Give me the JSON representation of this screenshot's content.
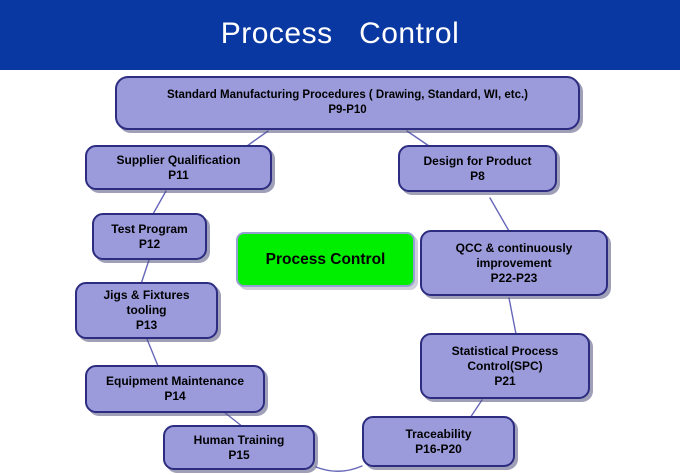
{
  "header": {
    "title": "Process   Control"
  },
  "center": {
    "label": "Process Control"
  },
  "boxes": [
    {
      "name": "standard-manufacturing-procedures",
      "lines": [
        "Standard Manufacturing  Procedures ( Drawing, Standard, WI, etc.)",
        "P9-P10"
      ]
    },
    {
      "name": "supplier-qualification",
      "lines": [
        "Supplier Qualification",
        "P11"
      ]
    },
    {
      "name": "design-for-product",
      "lines": [
        "Design for Product",
        "P8"
      ]
    },
    {
      "name": "test-program",
      "lines": [
        "Test Program",
        "P12"
      ]
    },
    {
      "name": "qcc-continuous-improvement",
      "lines": [
        "QCC & continuously",
        "improvement",
        "P22-P23"
      ]
    },
    {
      "name": "jigs-fixtures-tooling",
      "lines": [
        "Jigs & Fixtures",
        "tooling",
        "P13"
      ]
    },
    {
      "name": "statistical-process-control",
      "lines": [
        "Statistical Process",
        "Control(SPC)",
        "P21"
      ]
    },
    {
      "name": "equipment-maintenance",
      "lines": [
        "Equipment Maintenance",
        "P14"
      ]
    },
    {
      "name": "human-training",
      "lines": [
        "Human Training",
        "P15"
      ]
    },
    {
      "name": "traceability",
      "lines": [
        "Traceability",
        "P16-P20"
      ]
    }
  ],
  "colors": {
    "header_bg": "#0a38a2",
    "title_color": "#ffffff",
    "box_fill": "#9b9bdc",
    "box_border": "#2c2c80",
    "green_fill": "#00ee00",
    "green_border": "#97a0d2",
    "connector": "#6767b9",
    "shadow": "rgba(80,80,125,0.55)",
    "text_color": "#000000"
  }
}
